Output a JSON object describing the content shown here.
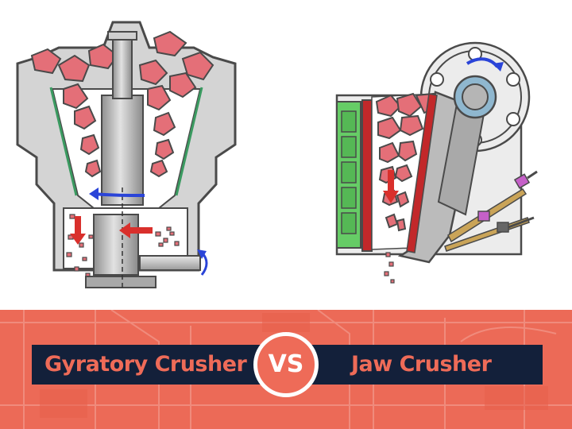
{
  "banner": {
    "left_label": "Gyratory Crusher",
    "vs_label": "VS",
    "right_label": "Jaw Crusher"
  },
  "colors": {
    "accent": "#ee6b58",
    "bar": "#13203a",
    "rock": "#e46f78",
    "arrow_red": "#d9302c",
    "arrow_blue": "#2a44d8",
    "jaw_plate_green": "#66cc66",
    "jaw_plate_red": "#c2282a"
  }
}
